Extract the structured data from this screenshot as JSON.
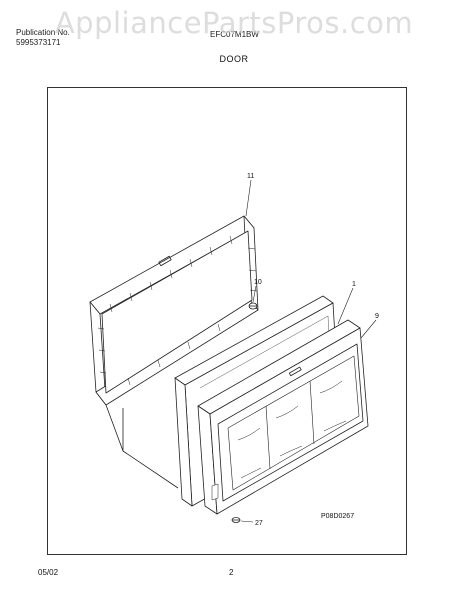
{
  "watermark": "AppliancePartsPros.com",
  "header": {
    "publication_label": "Publication No.",
    "publication_number": "5995373171",
    "model_number": "EFC07M1BW"
  },
  "section_title": "DOOR",
  "diagram": {
    "callouts": [
      "11",
      "10",
      "1",
      "9",
      "27"
    ],
    "drawing_code": "P08D0267"
  },
  "footer": {
    "date": "05/02",
    "page": "2"
  }
}
